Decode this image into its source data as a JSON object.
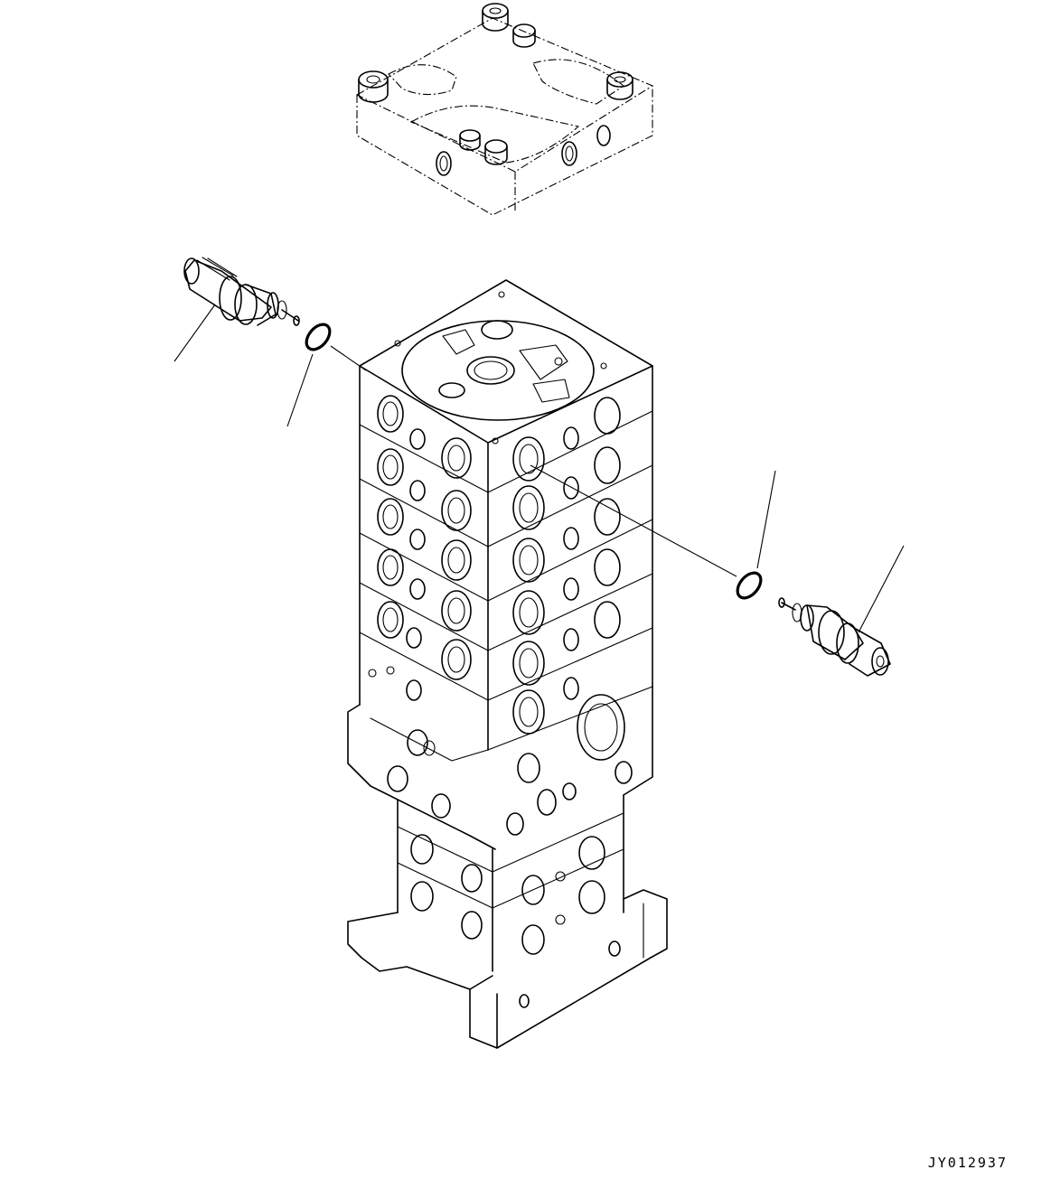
{
  "diagram": {
    "drawing_id": "JY012937",
    "components": [
      {
        "name": "top-cover-plate"
      },
      {
        "name": "control-valve-body"
      },
      {
        "name": "relief-valve-left"
      },
      {
        "name": "o-ring-left"
      },
      {
        "name": "relief-valve-right"
      },
      {
        "name": "o-ring-right"
      }
    ]
  }
}
